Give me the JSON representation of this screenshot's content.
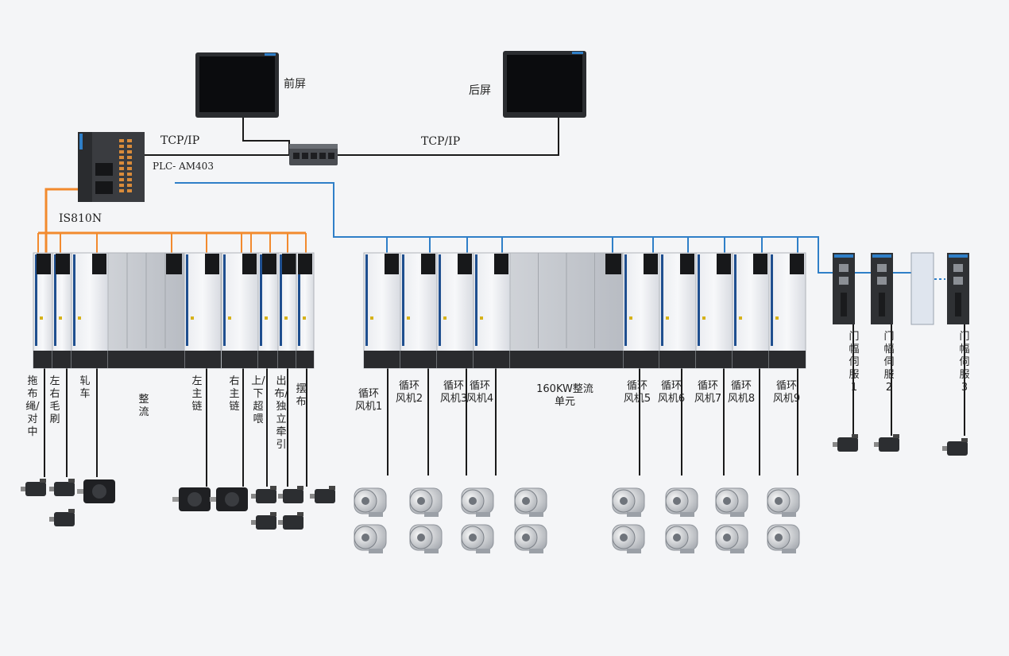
{
  "labels": {
    "front_screen": "前屏",
    "rear_screen": "后屏",
    "tcp_left": "TCP/IP",
    "tcp_right": "TCP/IP",
    "plc": "PLC- AM403",
    "bus": "IS810N"
  },
  "left_drives": [
    "拖布绳/对中",
    "左右毛刷",
    "轧车",
    "整流",
    "左主链",
    "右主链",
    "上/下超喂",
    "出布/独立牵引",
    "摆布"
  ],
  "fan_drives": [
    "循环风机1",
    "循环风机2",
    "循环风机3",
    "循环风机4",
    "160KW整流单元",
    "循环风机5",
    "循环风机6",
    "循环风机7",
    "循环风机8",
    "循环风机9"
  ],
  "servos": [
    "门幅伺服1",
    "门幅伺服2",
    "门幅伺服3"
  ],
  "colors": {
    "orange_link": "#f28a2e",
    "blue_link": "#2f7fc8",
    "black_link": "#1a1a1a"
  },
  "icons": [
    "hmi-screen-icon",
    "ethernet-switch-icon",
    "plc-icon",
    "drive-module-icon",
    "servo-drive-icon",
    "servo-motor-icon",
    "induction-motor-icon"
  ]
}
